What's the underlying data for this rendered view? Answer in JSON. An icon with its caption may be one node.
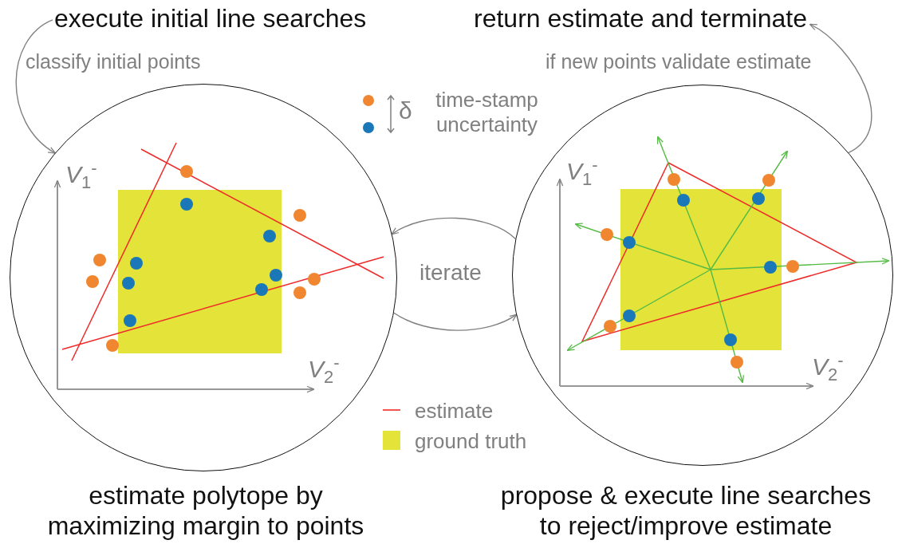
{
  "diagram": {
    "nodes": [
      {
        "text": [
          "execute initial line searches"
        ]
      },
      {
        "text": [
          "return estimate and terminate"
        ]
      },
      {
        "text": [],
        "shape": "circle",
        "beside": [
          "estimate polytope by maximizing margin to points"
        ]
      },
      {
        "text": [],
        "shape": "circle",
        "beside": [
          "propose & execute line searches to reject/improve estimate"
        ]
      }
    ],
    "edges": [
      {
        "from": 0,
        "to": 2,
        "arrow": "to",
        "label": "classify initial points"
      },
      {
        "from": 3,
        "to": 2,
        "arrow": "to"
      },
      {
        "from": 2,
        "to": 3,
        "arrow": "to"
      },
      {
        "from": 3,
        "to": 1,
        "arrow": "to",
        "label": "if new points validate estimate"
      }
    ],
    "labels": [
      "δ",
      "time-stamp uncertainty",
      "iterate",
      "*V*$_{1}$$^{-}$",
      "*V*$_{2}$$^{-}$",
      "*V*$_{1}$$^{-}$",
      "*V*$_{2}$$^{-}$"
    ],
    "legend": [
      {
        "text": "estimate"
      },
      {
        "text": "ground truth",
        "color": "#e3e33a"
      }
    ]
  }
}
